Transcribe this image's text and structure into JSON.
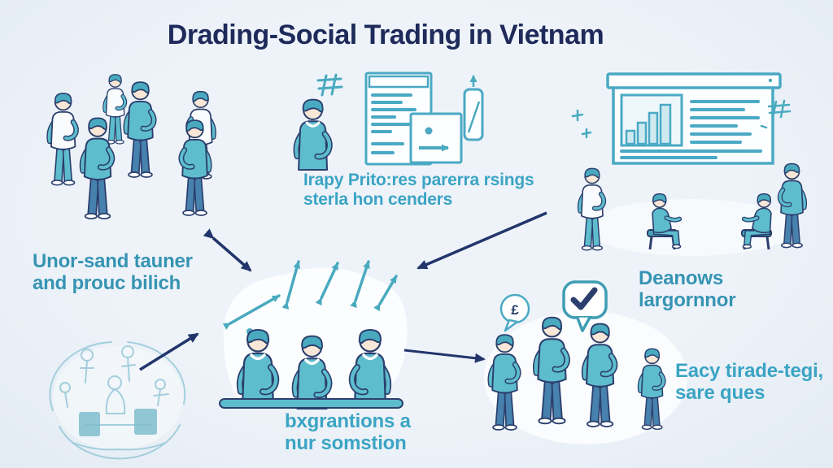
{
  "title": "Drading-Social Trading in Vietnam",
  "colors": {
    "bg": "#e9eff6",
    "title": "#1d2a5a",
    "arrow": "#22356b",
    "teal": "#5ebdcd",
    "teal-dark": "#3f9db3",
    "cap": "#3694b3",
    "cap-light": "#3ba4c4"
  },
  "sections": {
    "group_discussion": {
      "illustration": "group-of-people-talking",
      "caption_line1": "Unor-sand tauner",
      "caption_line2": "and prouc bilich"
    },
    "document_review": {
      "illustration": "person-with-documents-and-phone",
      "caption_line1": "Irapy Prito:res parerra rsings",
      "caption_line2": "sterla hon cenders"
    },
    "chart_presentation": {
      "illustration": "people-around-bar-chart-board",
      "caption_line1": "Deanows",
      "caption_line2": "largornnor"
    },
    "trading_table": {
      "illustration": "three-traders-at-table-with-arrows",
      "caption_line1": "bxgrantions a",
      "caption_line2": "nur somstion"
    },
    "market_sketch": {
      "illustration": "faint-sketch-of-market-scene"
    },
    "verified_traders": {
      "illustration": "group-with-approval-bubbles",
      "pound_symbol": "£",
      "caption_line1": "Eacy tirade-tegi,",
      "caption_line2": "sare ques"
    }
  }
}
